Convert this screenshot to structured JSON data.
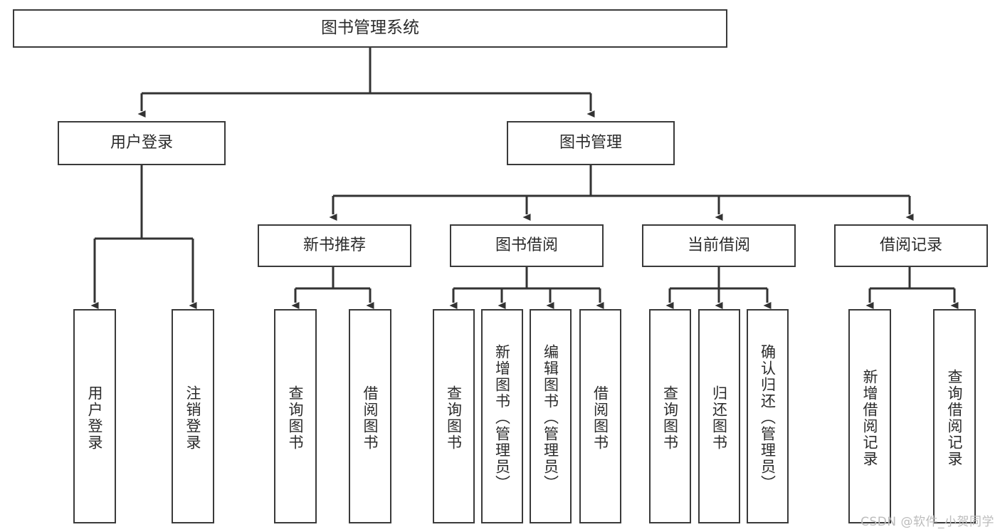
{
  "diagram": {
    "title": "图书管理系统",
    "type": "tree-hierarchy",
    "orientation": "top-down",
    "colors": {
      "node_border": "#3a3a3a",
      "node_fill": "#ffffff",
      "connector": "#333333",
      "text": "#2b2b2b",
      "watermark": "#bcbcbc",
      "background": "#ffffff"
    },
    "levels": {
      "root": "图书管理系统",
      "level2": [
        "用户登录",
        "图书管理"
      ],
      "level3": [
        "新书推荐",
        "图书借阅",
        "当前借阅",
        "借阅记录"
      ]
    },
    "nodes": {
      "root": {
        "label": "图书管理系统"
      },
      "user_login": {
        "label": "用户登录"
      },
      "book_manage": {
        "label": "图书管理"
      },
      "new_book_rec": {
        "label": "新书推荐"
      },
      "book_borrow": {
        "label": "图书借阅"
      },
      "current_borrow": {
        "label": "当前借阅"
      },
      "borrow_record": {
        "label": "借阅记录"
      },
      "leaf_user_login": {
        "label": "用户登录"
      },
      "leaf_user_logout": {
        "label": "注销登录"
      },
      "leaf_rec_query": {
        "label": "查询图书"
      },
      "leaf_rec_borrow": {
        "label": "借阅图书"
      },
      "leaf_borrow_query": {
        "label": "查询图书"
      },
      "leaf_borrow_add": {
        "label": "新增图书（管理员）"
      },
      "leaf_borrow_edit": {
        "label": "编辑图书（管理员）"
      },
      "leaf_borrow_take": {
        "label": "借阅图书"
      },
      "leaf_cur_query": {
        "label": "查询图书"
      },
      "leaf_cur_return": {
        "label": "归还图书"
      },
      "leaf_cur_confirm": {
        "label": "确认归还（管理员）"
      },
      "leaf_rec_add": {
        "label": "新增借阅记录"
      },
      "leaf_rec_search": {
        "label": "查询借阅记录"
      }
    },
    "edges": [
      {
        "from": "root",
        "to": "user_login"
      },
      {
        "from": "root",
        "to": "book_manage"
      },
      {
        "from": "user_login",
        "to": "leaf_user_login"
      },
      {
        "from": "user_login",
        "to": "leaf_user_logout"
      },
      {
        "from": "book_manage",
        "to": "new_book_rec"
      },
      {
        "from": "book_manage",
        "to": "book_borrow"
      },
      {
        "from": "book_manage",
        "to": "current_borrow"
      },
      {
        "from": "book_manage",
        "to": "borrow_record"
      },
      {
        "from": "new_book_rec",
        "to": "leaf_rec_query"
      },
      {
        "from": "new_book_rec",
        "to": "leaf_rec_borrow"
      },
      {
        "from": "book_borrow",
        "to": "leaf_borrow_query"
      },
      {
        "from": "book_borrow",
        "to": "leaf_borrow_add"
      },
      {
        "from": "book_borrow",
        "to": "leaf_borrow_edit"
      },
      {
        "from": "book_borrow",
        "to": "leaf_borrow_take"
      },
      {
        "from": "current_borrow",
        "to": "leaf_cur_query"
      },
      {
        "from": "current_borrow",
        "to": "leaf_cur_return"
      },
      {
        "from": "current_borrow",
        "to": "leaf_cur_confirm"
      },
      {
        "from": "borrow_record",
        "to": "leaf_rec_add"
      },
      {
        "from": "borrow_record",
        "to": "leaf_rec_search"
      }
    ]
  },
  "watermark": {
    "text": "CSDN @软件_小贺同学"
  }
}
